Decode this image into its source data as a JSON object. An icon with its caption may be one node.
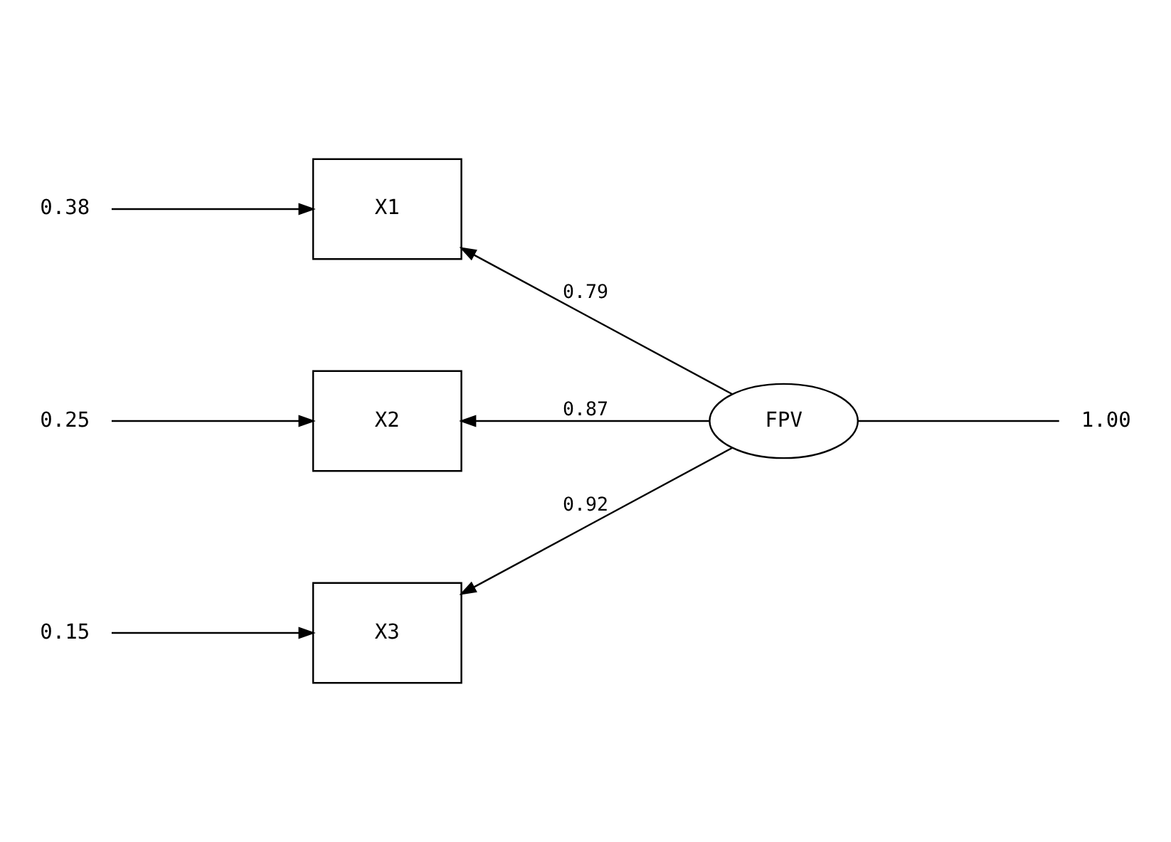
{
  "diagram": {
    "nodes": [
      {
        "text": [
          "0.38"
        ]
      },
      {
        "text": [
          "X1"
        ]
      },
      {
        "text": [
          "0.25"
        ]
      },
      {
        "text": [
          "X2"
        ]
      },
      {
        "text": [
          "0.15"
        ]
      },
      {
        "text": [
          "X3"
        ]
      },
      {
        "text": [
          "FPV"
        ]
      },
      {
        "text": [
          "1.00"
        ]
      }
    ],
    "edges": [
      {
        "from": 0,
        "to": 1,
        "arrow": "to"
      },
      {
        "from": 2,
        "to": 3,
        "arrow": "to"
      },
      {
        "from": 4,
        "to": 5,
        "arrow": "to"
      },
      {
        "from": 6,
        "to": 1,
        "arrow": "to",
        "label": "0.79"
      },
      {
        "from": 6,
        "to": 3,
        "arrow": "to",
        "label": "0.87"
      },
      {
        "from": 6,
        "to": 5,
        "arrow": "to",
        "label": "0.92"
      },
      {
        "from": 6,
        "to": 7,
        "arrow": "none"
      }
    ]
  }
}
